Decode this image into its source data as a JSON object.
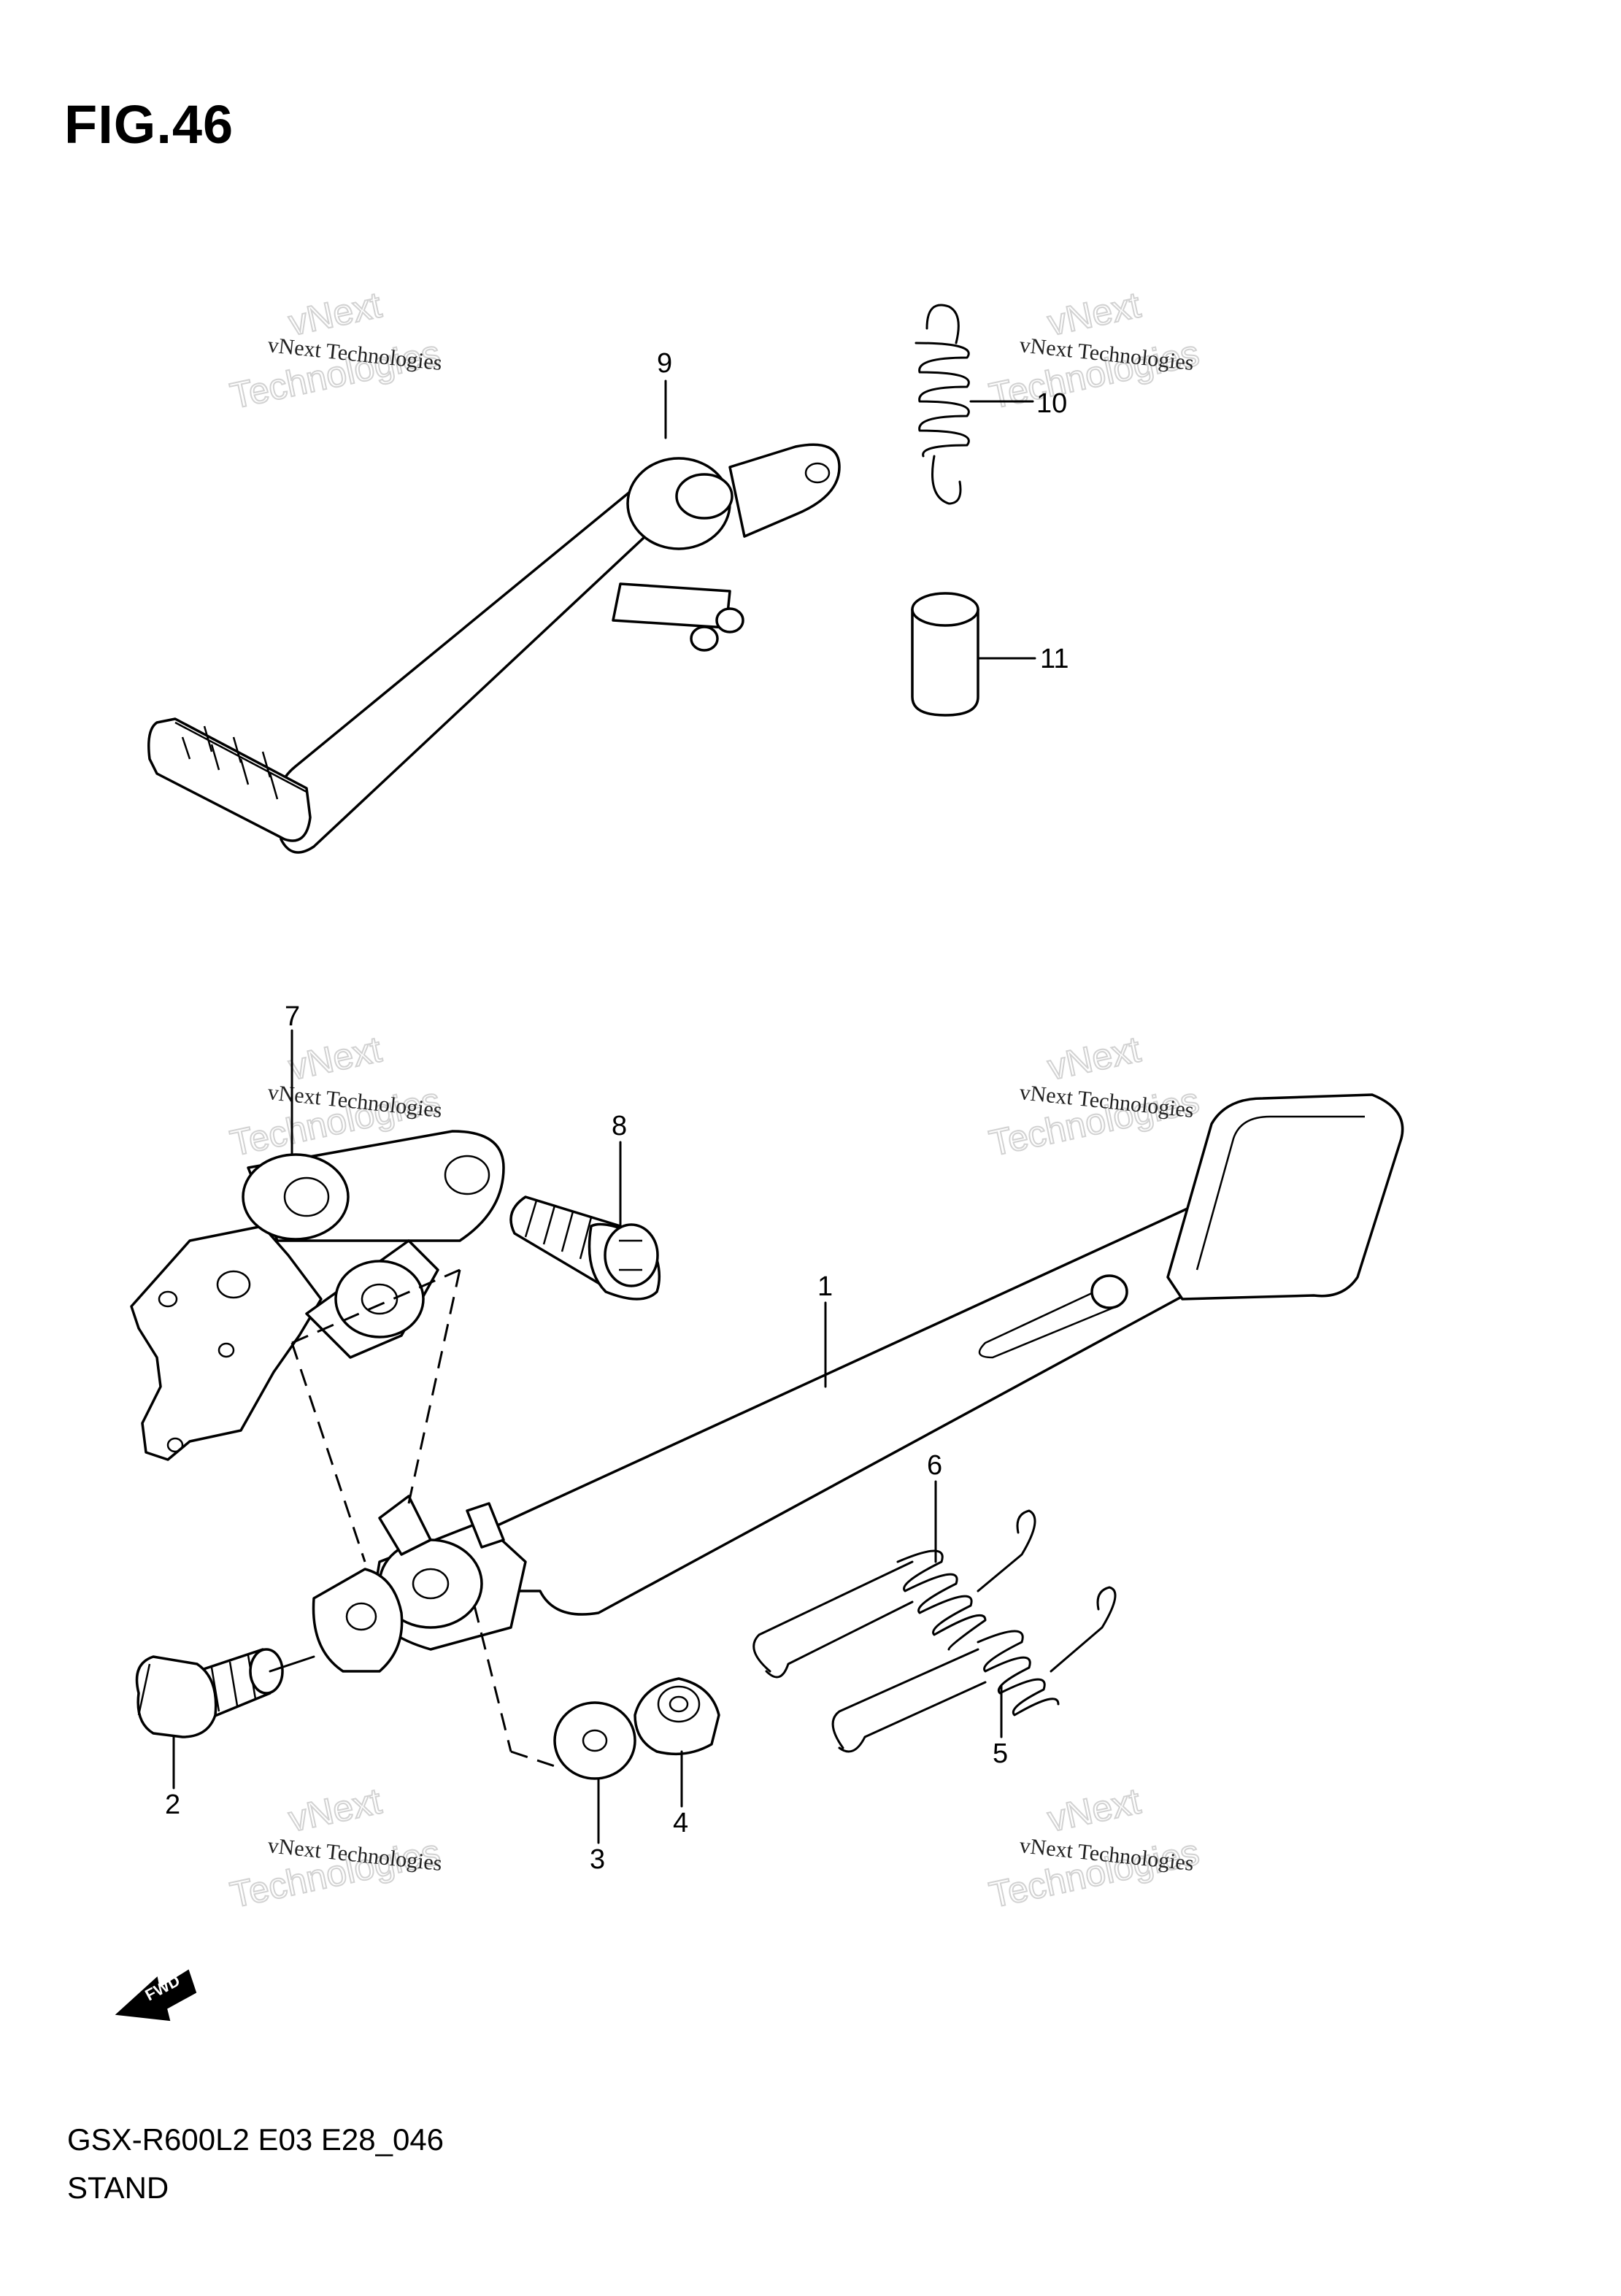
{
  "figure": {
    "title": "FIG.46",
    "model_code": "GSX-R600L2 E03 E28_046",
    "section_name": "STAND"
  },
  "watermark": {
    "text": "vNext Technologies",
    "big_line1": "vNext",
    "big_line2": "Technologies"
  },
  "callouts": [
    "1",
    "2",
    "3",
    "4",
    "5",
    "6",
    "7",
    "8",
    "9",
    "10",
    "11"
  ],
  "fwd_label": "FWD"
}
